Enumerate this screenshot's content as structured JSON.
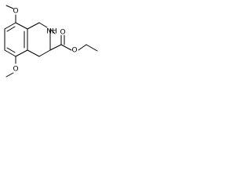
{
  "structure": {
    "atoms": {
      "methoxy_top_oxygen": "O",
      "methoxy_bottom_oxygen": "O",
      "ring_nitrogen": "NH",
      "carbonyl_oxygen": "O",
      "ester_oxygen": "O"
    }
  },
  "colors": {
    "ink": "#000000",
    "background": "#ffffff"
  }
}
